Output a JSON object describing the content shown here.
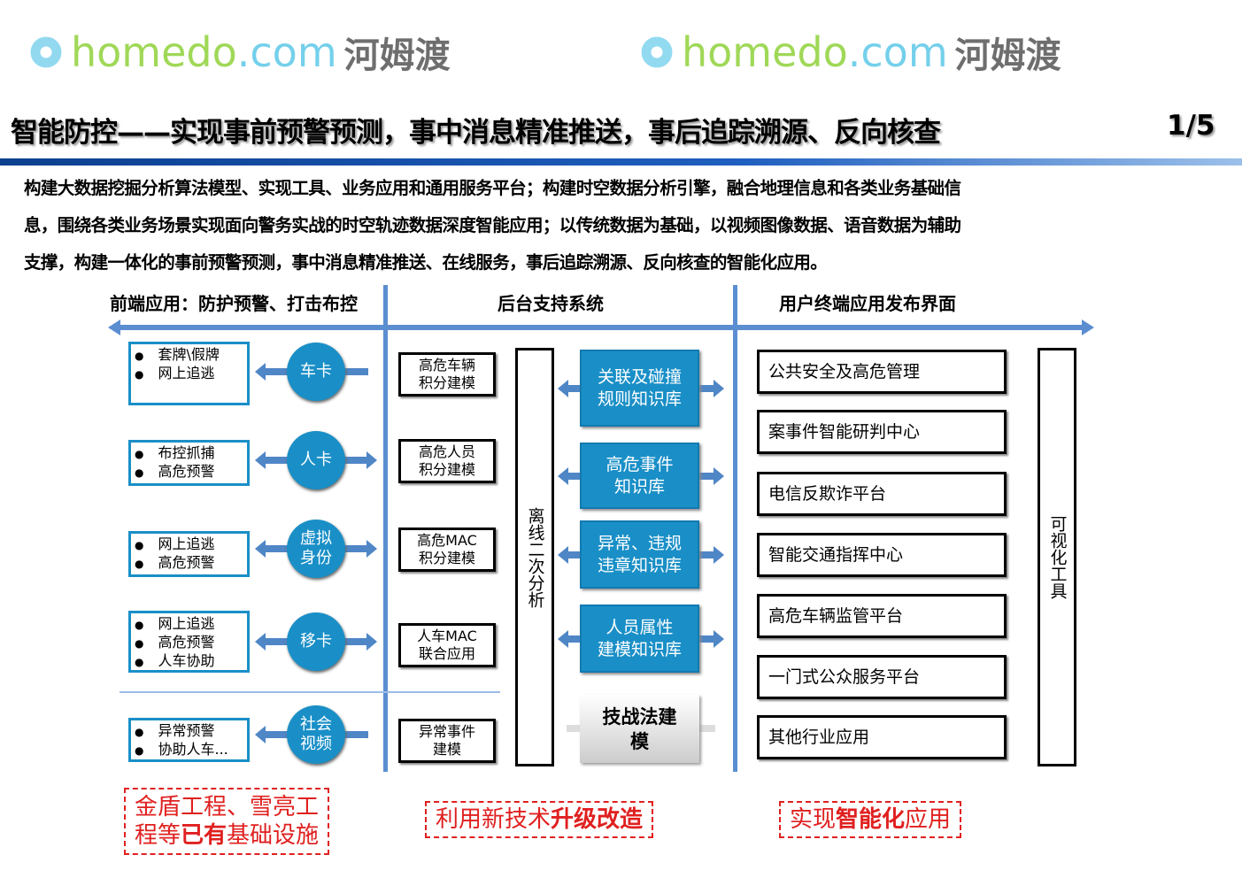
{
  "header": {
    "title": "智能防控——实现事前预警预测，事中消息精准推送，事后追踪溯源、反向核查",
    "page": "1/5"
  },
  "intro": [
    "构建大数据挖掘分析算法模型、实现工具、业务应用和通用服务平台；构建时空数据分析引擎，融合地理信息和各类业务基础信",
    "息，围绕各类业务场景实现面向警务实战的时空轨迹数据深度智能应用；以传统数据为基础，以视频图像数据、语音数据为辅助",
    "支撑，构建一体化的事前预警预测，事中消息精准推送、在线服务，事后追踪溯源、反向核查的智能化应用。"
  ],
  "sections": {
    "front": "前端应用：防护预警、打击布控",
    "backend": "后台支持系统",
    "terminal": "用户终端应用发布界面"
  },
  "front": [
    {
      "items": [
        "套牌\\假牌",
        "网上追逃"
      ],
      "node": "车卡",
      "model": "高危车辆\n积分建模"
    },
    {
      "items": [
        "布控抓捕",
        "高危预警"
      ],
      "node": "人卡",
      "model": "高危人员\n积分建模"
    },
    {
      "items": [
        "网上追逃",
        "高危预警"
      ],
      "node": "虚拟\n身份",
      "model": "高危MAC\n积分建模"
    },
    {
      "items": [
        "网上追逃",
        "高危预警",
        "人车协助"
      ],
      "node": "移卡",
      "model": "人车MAC\n联合应用"
    },
    {
      "items": [
        "异常预警",
        "协助人车..."
      ],
      "node": "社会\n视频",
      "model": "异常事件\n建模"
    }
  ],
  "offline": "离线二次分析",
  "knowledge": [
    "关联及碰撞\n规则知识库",
    "高危事件\n知识库",
    "异常、违规\n违章知识库",
    "人员属性\n建模知识库"
  ],
  "tactics": "技战法建\n模",
  "apps": [
    "公共安全及高危管理",
    "案事件智能研判中心",
    "电信反欺诈平台",
    "智能交通指挥中心",
    "高危车辆监管平台",
    "一门式公众服务平台",
    "其他行业应用"
  ],
  "visual": "可视化工具",
  "stamps": {
    "s1a": "金盾工程、雪亮工",
    "s1b": "程等",
    "s1c": "已有",
    "s1d": "基础设施",
    "s2a": "利用新技术",
    "s2b": "升级改造",
    "s3a": "实现",
    "s3b": "智能化",
    "s3c": "应用"
  },
  "watermark": {
    "en": "homedo",
    "dot": ".com",
    "cn": "河姆渡"
  },
  "colors": {
    "accent": "#1a8fc7",
    "line": "#5b8ed1",
    "stamp": "#e02020"
  }
}
